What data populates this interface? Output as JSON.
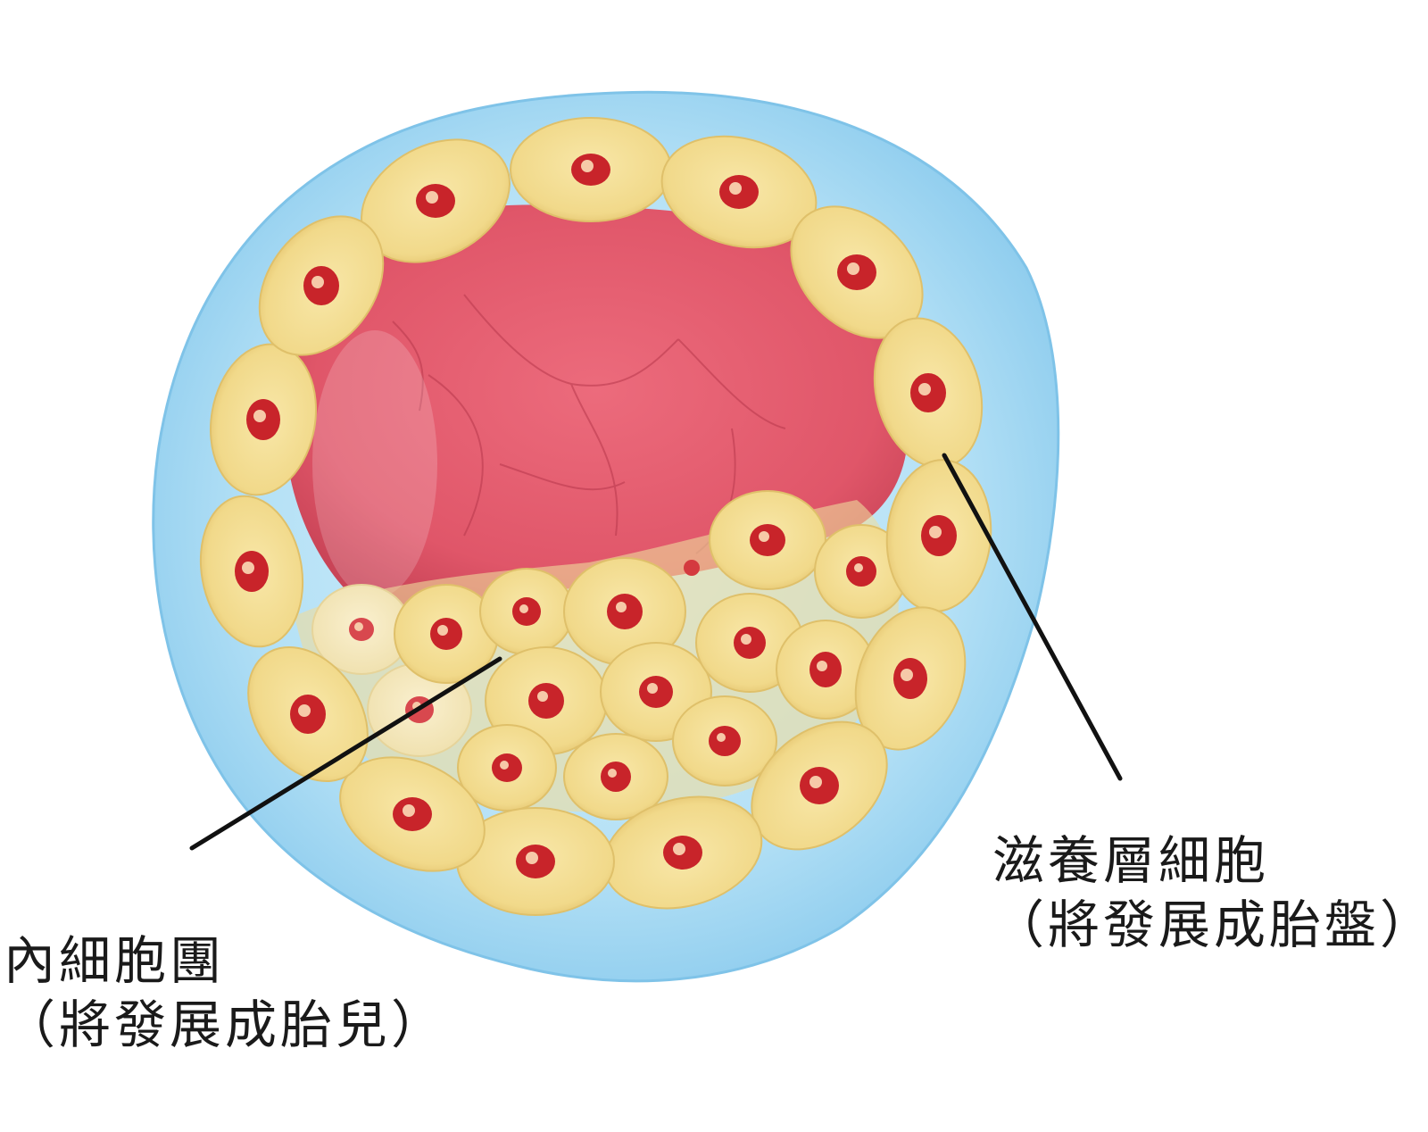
{
  "colors": {
    "zona": "#a9dbf3",
    "zona_edge": "#86c9ec",
    "blastocoel": "#e35a6c",
    "blastocoel_dark": "#c94457",
    "cell": "#f3dc8f",
    "cell_edge": "#e3c470",
    "nucleus": "#c8242a",
    "nucleolus": "#f6c9a8",
    "leader": "#111111",
    "text": "#1a1a1a"
  },
  "labels": {
    "inner_cell_mass": {
      "line1": "內細胞團",
      "line2": "（將發展成胎兒）"
    },
    "trophoblast": {
      "line1": "滋養層細胞",
      "line2": "（將發展成胎盤）"
    }
  }
}
